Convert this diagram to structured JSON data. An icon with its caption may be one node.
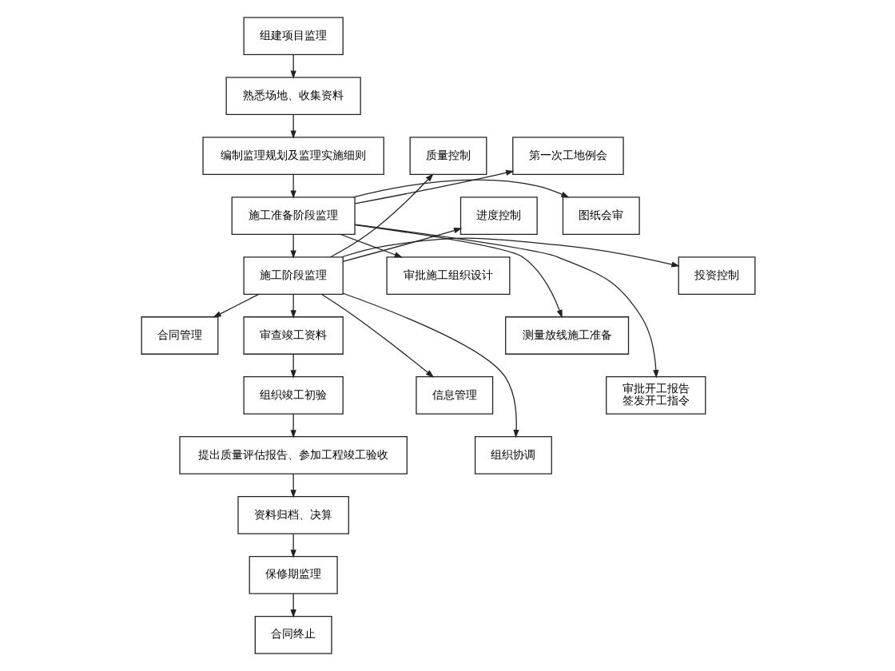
{
  "diagram": {
    "nodes": [
      {
        "text": [
          "组建项目监理"
        ]
      },
      {
        "text": [
          "熟悉场地、收集资料"
        ]
      },
      {
        "text": [
          "编制监理规划及监理实施细则"
        ]
      },
      {
        "text": [
          "施工准备阶段监理"
        ]
      },
      {
        "text": [
          "施工阶段监理"
        ]
      },
      {
        "text": [
          "审查竣工资料"
        ]
      },
      {
        "text": [
          "组织竣工初验"
        ]
      },
      {
        "text": [
          "提出质量评估报告、参加工程竣工验收"
        ]
      },
      {
        "text": [
          "资料归档、决算"
        ]
      },
      {
        "text": [
          "保修期监理"
        ]
      },
      {
        "text": [
          "合同终止"
        ]
      },
      {
        "text": [
          "质量控制"
        ]
      },
      {
        "text": [
          "进度控制"
        ]
      },
      {
        "text": [
          "投资控制"
        ]
      },
      {
        "text": [
          "合同管理"
        ]
      },
      {
        "text": [
          "信息管理"
        ]
      },
      {
        "text": [
          "组织协调"
        ]
      },
      {
        "text": [
          "第一次工地例会"
        ]
      },
      {
        "text": [
          "图纸会审"
        ]
      },
      {
        "text": [
          "审批施工组织设计"
        ]
      },
      {
        "text": [
          "测量放线施工准备"
        ]
      },
      {
        "text": [
          "审批开工报告",
          "签发开工指令"
        ]
      }
    ],
    "edges": [
      {
        "from": 0,
        "to": 1,
        "arrow": "to"
      },
      {
        "from": 1,
        "to": 2,
        "arrow": "to"
      },
      {
        "from": 2,
        "to": 3,
        "arrow": "to"
      },
      {
        "from": 3,
        "to": 4,
        "arrow": "to"
      },
      {
        "from": 4,
        "to": 5,
        "arrow": "to"
      },
      {
        "from": 5,
        "to": 6,
        "arrow": "to"
      },
      {
        "from": 6,
        "to": 7,
        "arrow": "to"
      },
      {
        "from": 7,
        "to": 8,
        "arrow": "to"
      },
      {
        "from": 8,
        "to": 9,
        "arrow": "to"
      },
      {
        "from": 9,
        "to": 10,
        "arrow": "to"
      },
      {
        "from": 4,
        "to": 11,
        "arrow": "to"
      },
      {
        "from": 4,
        "to": 12,
        "arrow": "to"
      },
      {
        "from": 4,
        "to": 13,
        "arrow": "to"
      },
      {
        "from": 4,
        "to": 14,
        "arrow": "to"
      },
      {
        "from": 4,
        "to": 15,
        "arrow": "to"
      },
      {
        "from": 4,
        "to": 16,
        "arrow": "to"
      },
      {
        "from": 3,
        "to": 17,
        "arrow": "to"
      },
      {
        "from": 3,
        "to": 18,
        "arrow": "to"
      },
      {
        "from": 3,
        "to": 19,
        "arrow": "to"
      },
      {
        "from": 3,
        "to": 20,
        "arrow": "to"
      },
      {
        "from": 3,
        "to": 21,
        "arrow": "to"
      }
    ]
  }
}
